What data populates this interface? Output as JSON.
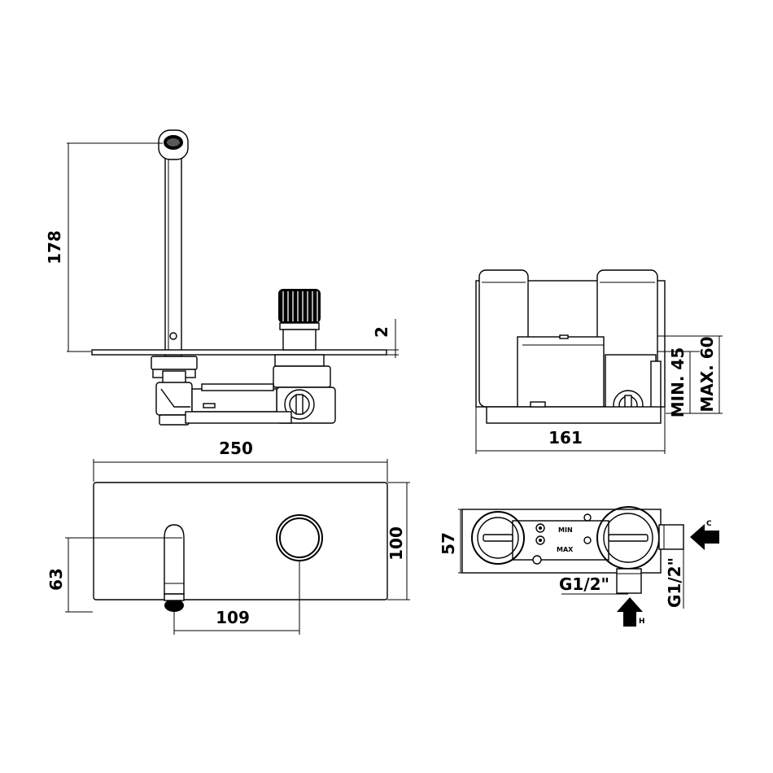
{
  "dimensions": {
    "spout_height": "178",
    "plate_thickness": "2",
    "box_width_side": "161",
    "min_depth": "MIN. 45",
    "max_depth": "MAX. 60",
    "plate_width": "250",
    "plate_height": "100",
    "spout_axis_height": "63",
    "spout_to_handle": "109",
    "box_height_top": "57",
    "thread_hot": "G1/2\"",
    "thread_cold": "G1/2\""
  },
  "labels": {
    "min_mark": "MIN",
    "max_mark": "MAX",
    "cold_inlet": "C",
    "hot_inlet": "H"
  }
}
